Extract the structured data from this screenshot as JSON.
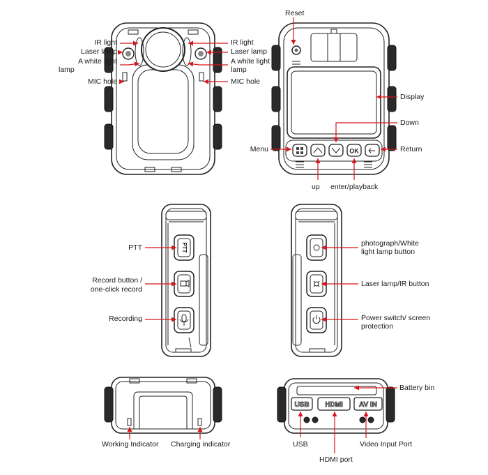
{
  "front_left": {
    "ir_light": "IR light",
    "laser_lamp": "Laser lamp",
    "white_light_1": "A white light",
    "white_light_2": "lamp",
    "mic_hole": "MIC hole"
  },
  "front_right": {
    "ir_light": "IR light",
    "laser_lamp": "Laser lamp",
    "white_light_1": "A white light",
    "white_light_2": "lamp",
    "mic_hole": "MIC hole"
  },
  "back": {
    "reset": "Reset",
    "display": "Display",
    "down": "Down",
    "menu": "Menu",
    "return": "Return",
    "up": "up",
    "enter": "enter/playback",
    "ok_key": "OK"
  },
  "side_left": {
    "ptt": "PTT",
    "record_1": "Record button /",
    "record_2": "one-click record",
    "recording": "Recording",
    "ptt_key": "PTT"
  },
  "side_right": {
    "photo_1": "photograph/White",
    "photo_2": "light lamp button",
    "laser": "Laser lamp/IR button",
    "power_1": "Power switch/ screen",
    "power_2": "protection"
  },
  "bottom_left": {
    "working": "Working Indicator",
    "charging": "Charging indicator"
  },
  "bottom_right": {
    "battery": "Battery bin",
    "usb": "USB",
    "hdmi_port": "HDMI port",
    "video": "Video Input Port",
    "port_usb": "USB",
    "port_hdmi": "HDMI",
    "port_av": "AV IN"
  },
  "colors": {
    "arrow": "#d8151b",
    "outline": "#222222"
  }
}
